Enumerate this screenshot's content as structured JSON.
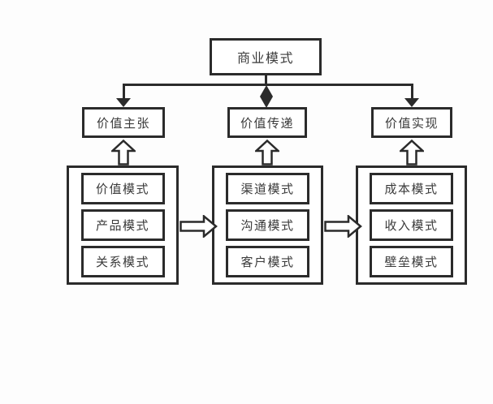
{
  "diagram": {
    "title_node": {
      "label": "商业模式"
    },
    "level2": [
      {
        "label": "价值主张"
      },
      {
        "label": "价值传递"
      },
      {
        "label": "价值实现"
      }
    ],
    "groups": [
      {
        "items": [
          "价值模式",
          "产品模式",
          "关系模式"
        ]
      },
      {
        "items": [
          "渠道模式",
          "沟通模式",
          "客户模式"
        ]
      },
      {
        "items": [
          "成本模式",
          "收入模式",
          "壁垒模式"
        ]
      }
    ],
    "colors": {
      "line": "#2b2b2b",
      "text": "#3a3a3a",
      "background": "#ffffff"
    }
  }
}
